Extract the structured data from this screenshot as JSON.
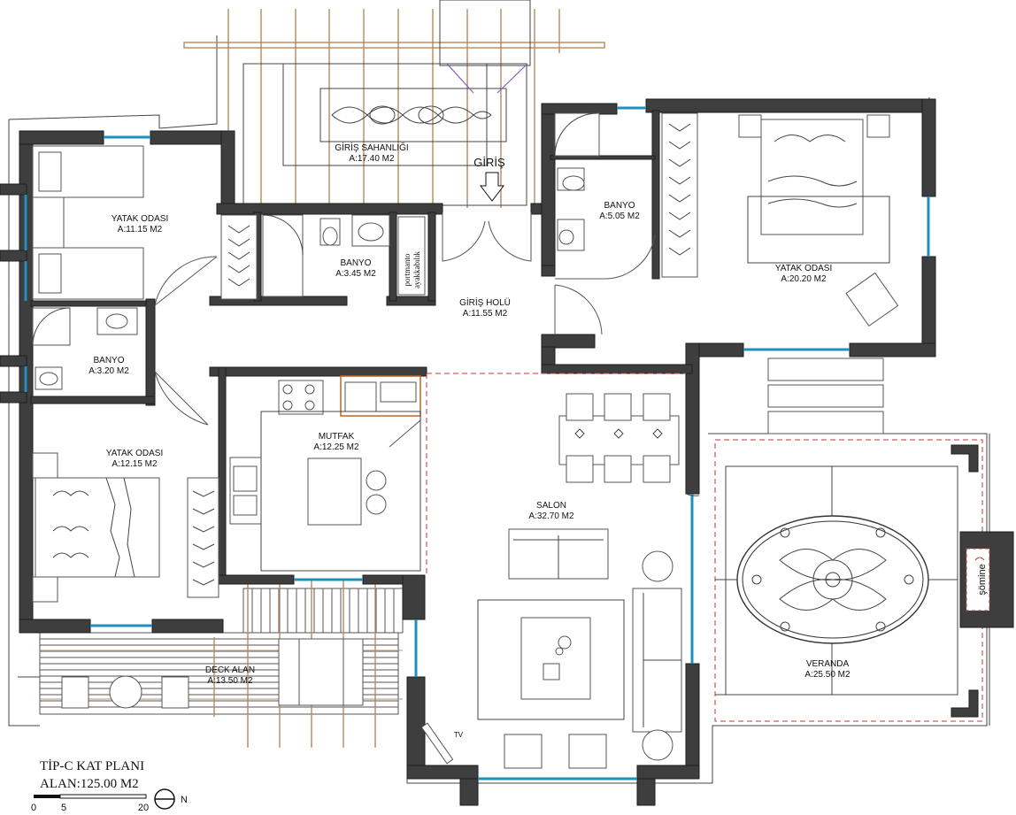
{
  "rooms": [
    {
      "id": "entry-porch",
      "name": "GİRİŞ SAHANLIĞI",
      "area": "A:17.40 M2"
    },
    {
      "id": "bedroom-1",
      "name": "YATAK ODASI",
      "area": "A:11.15 M2"
    },
    {
      "id": "bath-1",
      "name": "BANYO",
      "area": "A:3.45 M2"
    },
    {
      "id": "bath-2",
      "name": "BANYO",
      "area": "A:5.05 M2"
    },
    {
      "id": "master-bedroom",
      "name": "YATAK ODASI",
      "area": "A:20.20 M2"
    },
    {
      "id": "hall",
      "name": "GİRİŞ HOLÜ",
      "area": "A:11.55 M2"
    },
    {
      "id": "bath-3",
      "name": "BANYO",
      "area": "A:3.20 M2"
    },
    {
      "id": "kitchen",
      "name": "MUTFAK",
      "area": "A:12.25 M2"
    },
    {
      "id": "bedroom-3",
      "name": "YATAK ODASI",
      "area": "A:12.15 M2"
    },
    {
      "id": "living",
      "name": "SALON",
      "area": "A:32.70 M2"
    },
    {
      "id": "veranda",
      "name": "VERANDA",
      "area": "A:25.50 M2"
    },
    {
      "id": "deck",
      "name": "DECK ALAN",
      "area": "A:13.50 M2"
    }
  ],
  "labels": {
    "entrance": "GİRİŞ",
    "coat_rack_line1": "portmanto",
    "coat_rack_line2": "ayakkabılık",
    "fireplace": "şömine",
    "tv": "TV"
  },
  "plan_title": {
    "title": "TİP-C KAT PLANI",
    "area": "ALAN:125.00 M2"
  },
  "scale_bar": {
    "ticks": [
      "0",
      "5",
      "20"
    ],
    "north": "N"
  },
  "colors": {
    "wall": "#3e3e3e",
    "window": "#1f8fbf",
    "wood": "#b48a5e",
    "dashed": "#c0393b"
  }
}
